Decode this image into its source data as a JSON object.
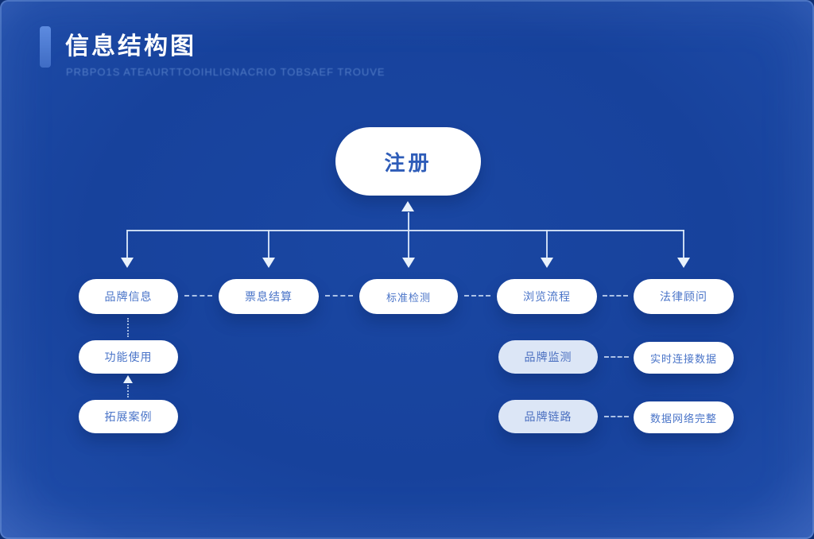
{
  "page": {
    "background_color": "#17429C",
    "accent_color": "#4D7FD6",
    "node_text_color": "#4A74C8",
    "root_text_color": "#2E5CB8",
    "light_node_fill": "#DCE6F6",
    "connector_color": "#D8E6F9"
  },
  "header": {
    "title": "信息结构图",
    "subtitle": "PRBPO1S ATEAURTTOOIHLIGNACRIO TOBSAEF TROUVE"
  },
  "diagram": {
    "root": {
      "label": "注册"
    },
    "level1": [
      {
        "label": "品牌信息"
      },
      {
        "label": "票息结算"
      },
      {
        "label": "标准检测"
      },
      {
        "label": "浏览流程"
      },
      {
        "label": "法律顾问"
      }
    ],
    "left_branch": [
      {
        "label": "功能使用"
      },
      {
        "label": "拓展案例"
      }
    ],
    "right_branch": [
      {
        "left": "品牌监测",
        "right": "实时连接数据"
      },
      {
        "left": "品牌链路",
        "right": "数据网络完整"
      }
    ]
  }
}
